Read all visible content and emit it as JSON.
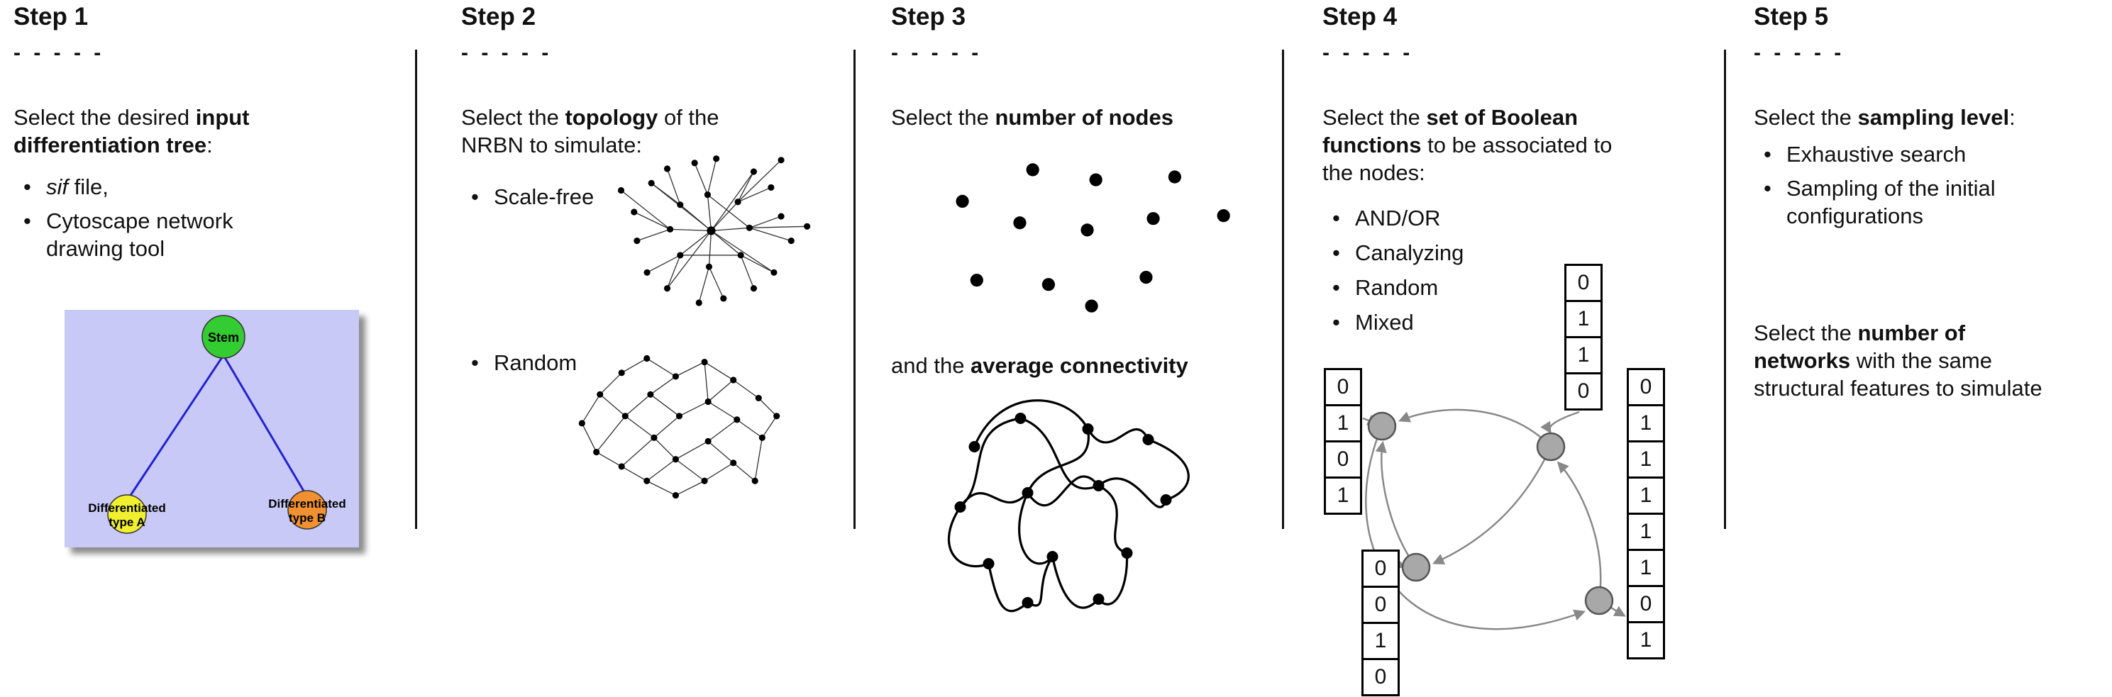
{
  "colors": {
    "tree_bg": "#c9c9f8",
    "stem": "#33cc33",
    "type_a": "#f0f030",
    "type_b": "#f09030",
    "tree_edge": "#2222cc",
    "bn_node": "#a8a8a8",
    "bn_edge": "#888888",
    "text": "#111111"
  },
  "step1": {
    "title": "Step 1",
    "dashes": "- - - - -",
    "intro_pre": "Select the desired ",
    "intro_bold": "input differentiation tree",
    "intro_post": ":",
    "bullet1_italic": "sif",
    "bullet1_rest": " file,",
    "bullet2": "Cytoscape network drawing tool",
    "tree": {
      "root": "Stem",
      "left1": "Differentiated",
      "left2": "type A",
      "right1": "Differentiated",
      "right2": "type B"
    }
  },
  "step2": {
    "title": "Step 2",
    "dashes": "- - - - -",
    "intro_pre": "Select the ",
    "intro_bold": "topology",
    "intro_post": " of the NRBN to simulate:",
    "bullet1": "Scale-free",
    "bullet2": "Random"
  },
  "step3": {
    "title": "Step 3",
    "dashes": "- - - - -",
    "line1_pre": "Select the ",
    "line1_bold": "number of nodes",
    "line2_pre": "and the ",
    "line2_bold": "average connectivity"
  },
  "step4": {
    "title": "Step 4",
    "dashes": "- - - - -",
    "intro_pre": "Select the ",
    "intro_bold": "set of Boolean functions",
    "intro_post": " to be associated to the nodes:",
    "bullets": [
      "AND/OR",
      "Canalyzing",
      "Random",
      "Mixed"
    ],
    "tables": {
      "left": [
        "0",
        "1",
        "0",
        "1"
      ],
      "top": [
        "0",
        "1",
        "1",
        "0"
      ],
      "bottom": [
        "0",
        "0",
        "1",
        "0"
      ],
      "right": [
        "0",
        "1",
        "1",
        "1",
        "1",
        "1",
        "0",
        "1"
      ]
    }
  },
  "step5": {
    "title": "Step 5",
    "dashes": "- - - - -",
    "intro_pre": "Select the ",
    "intro_bold": "sampling level",
    "intro_post": ":",
    "bullets": [
      "Exhaustive search",
      "Sampling of the initial configurations"
    ],
    "para2_l1_pre": "Select the ",
    "para2_l1_bold": "number of",
    "para2_l2_bold": "networks",
    "para2_l2_post": " with the same",
    "para2_l3": "structural features to simulate"
  }
}
